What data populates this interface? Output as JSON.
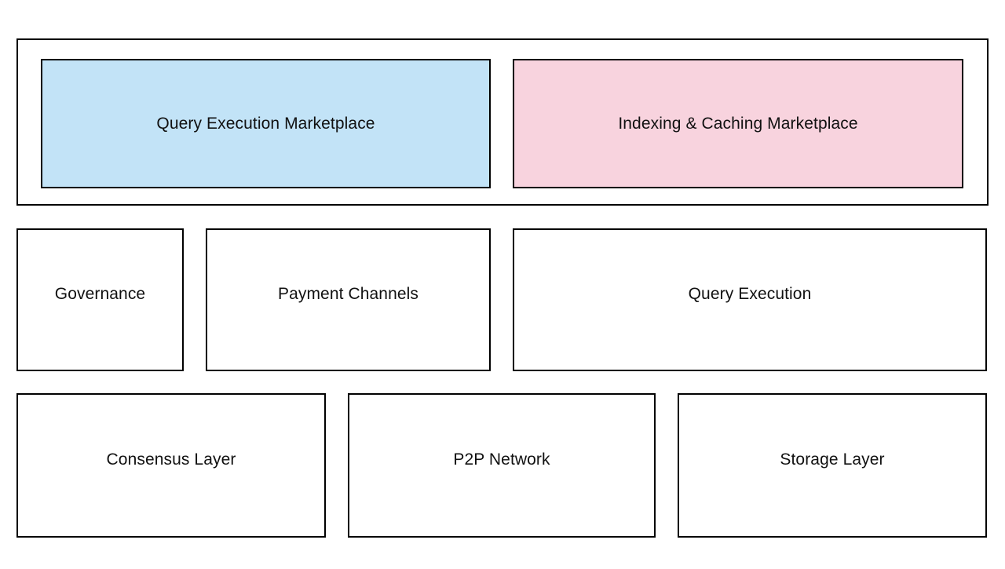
{
  "diagram": {
    "background_color": "#ffffff",
    "border_color": "#000000",
    "text_color": "#111111",
    "tiers": [
      {
        "name": "marketplace-tier",
        "container": {
          "label": ""
        },
        "nodes": [
          {
            "id": "query-execution-marketplace",
            "label": "Query Execution Marketplace",
            "fill_color": "#c2e3f7"
          },
          {
            "id": "indexing-caching-marketplace",
            "label": "Indexing & Caching Marketplace",
            "fill_color": "#f8d3de"
          }
        ]
      },
      {
        "name": "protocol-services-tier",
        "nodes": [
          {
            "id": "governance",
            "label": "Governance",
            "fill_color": "#ffffff"
          },
          {
            "id": "payment-channels",
            "label": "Payment Channels",
            "fill_color": "#ffffff"
          },
          {
            "id": "query-execution",
            "label": "Query Execution",
            "fill_color": "#ffffff"
          }
        ]
      },
      {
        "name": "base-layer-tier",
        "nodes": [
          {
            "id": "consensus-layer",
            "label": "Consensus Layer",
            "fill_color": "#ffffff"
          },
          {
            "id": "p2p-network",
            "label": "P2P Network",
            "fill_color": "#ffffff"
          },
          {
            "id": "storage-layer",
            "label": "Storage Layer",
            "fill_color": "#ffffff"
          }
        ]
      }
    ]
  }
}
